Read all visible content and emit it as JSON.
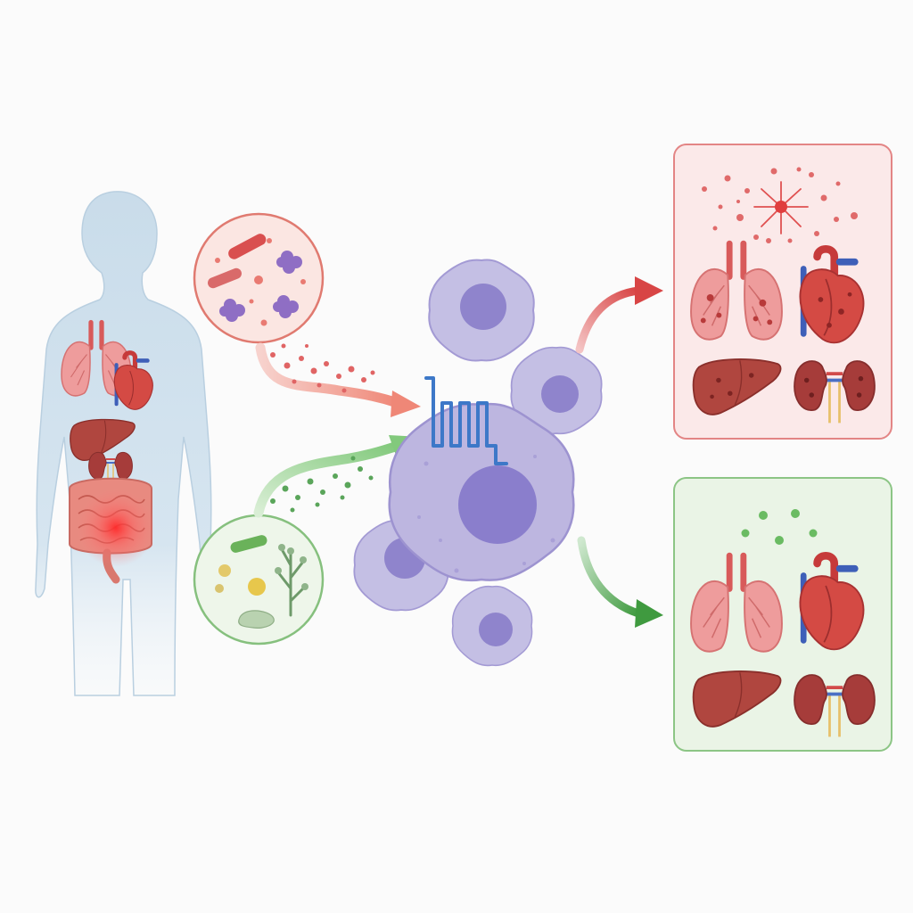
{
  "diagram": {
    "type": "biomedical-pathway-illustration",
    "colors": {
      "background": "#fbfbfb",
      "harmful_accent": "#e05a5a",
      "beneficial_accent": "#5faa5f",
      "body_silhouette": "#cfe0ec",
      "immune_cell": "#b9b3de",
      "nucleus": "#8c80cc",
      "receptor": "#3d78c8",
      "organ_red": "#c84848",
      "organ_pink": "#e98c8c",
      "liver": "#a8403c",
      "panel_harmful_fill": "#fbe9e9",
      "panel_beneficial_fill": "#eaf4e6"
    },
    "nodes": [
      {
        "id": "human-body",
        "icon": "human-silhouette-icon",
        "highlight": "gut-inflammation"
      },
      {
        "id": "pathogenic-microbes",
        "icon": "bacteria-cluster-icon",
        "tone": "harmful"
      },
      {
        "id": "commensal-microbes",
        "icon": "bacteria-cluster-icon",
        "tone": "beneficial"
      },
      {
        "id": "immune-cells",
        "icon": "immune-cell-icon",
        "count": 5
      },
      {
        "id": "receptor",
        "icon": "gpcr-receptor-icon"
      },
      {
        "id": "damaged-organs",
        "icon": "organ-set-icon",
        "tone": "harmful",
        "organs": [
          "lungs",
          "heart",
          "liver",
          "kidneys"
        ]
      },
      {
        "id": "healthy-organs",
        "icon": "organ-set-icon",
        "tone": "beneficial",
        "organs": [
          "lungs",
          "heart",
          "liver",
          "kidneys"
        ]
      }
    ],
    "edges": [
      {
        "from": "pathogenic-microbes",
        "to": "receptor",
        "tone": "harmful"
      },
      {
        "from": "commensal-microbes",
        "to": "receptor",
        "tone": "beneficial"
      },
      {
        "from": "immune-cells",
        "to": "damaged-organs",
        "tone": "harmful"
      },
      {
        "from": "immune-cells",
        "to": "healthy-organs",
        "tone": "beneficial"
      }
    ]
  }
}
